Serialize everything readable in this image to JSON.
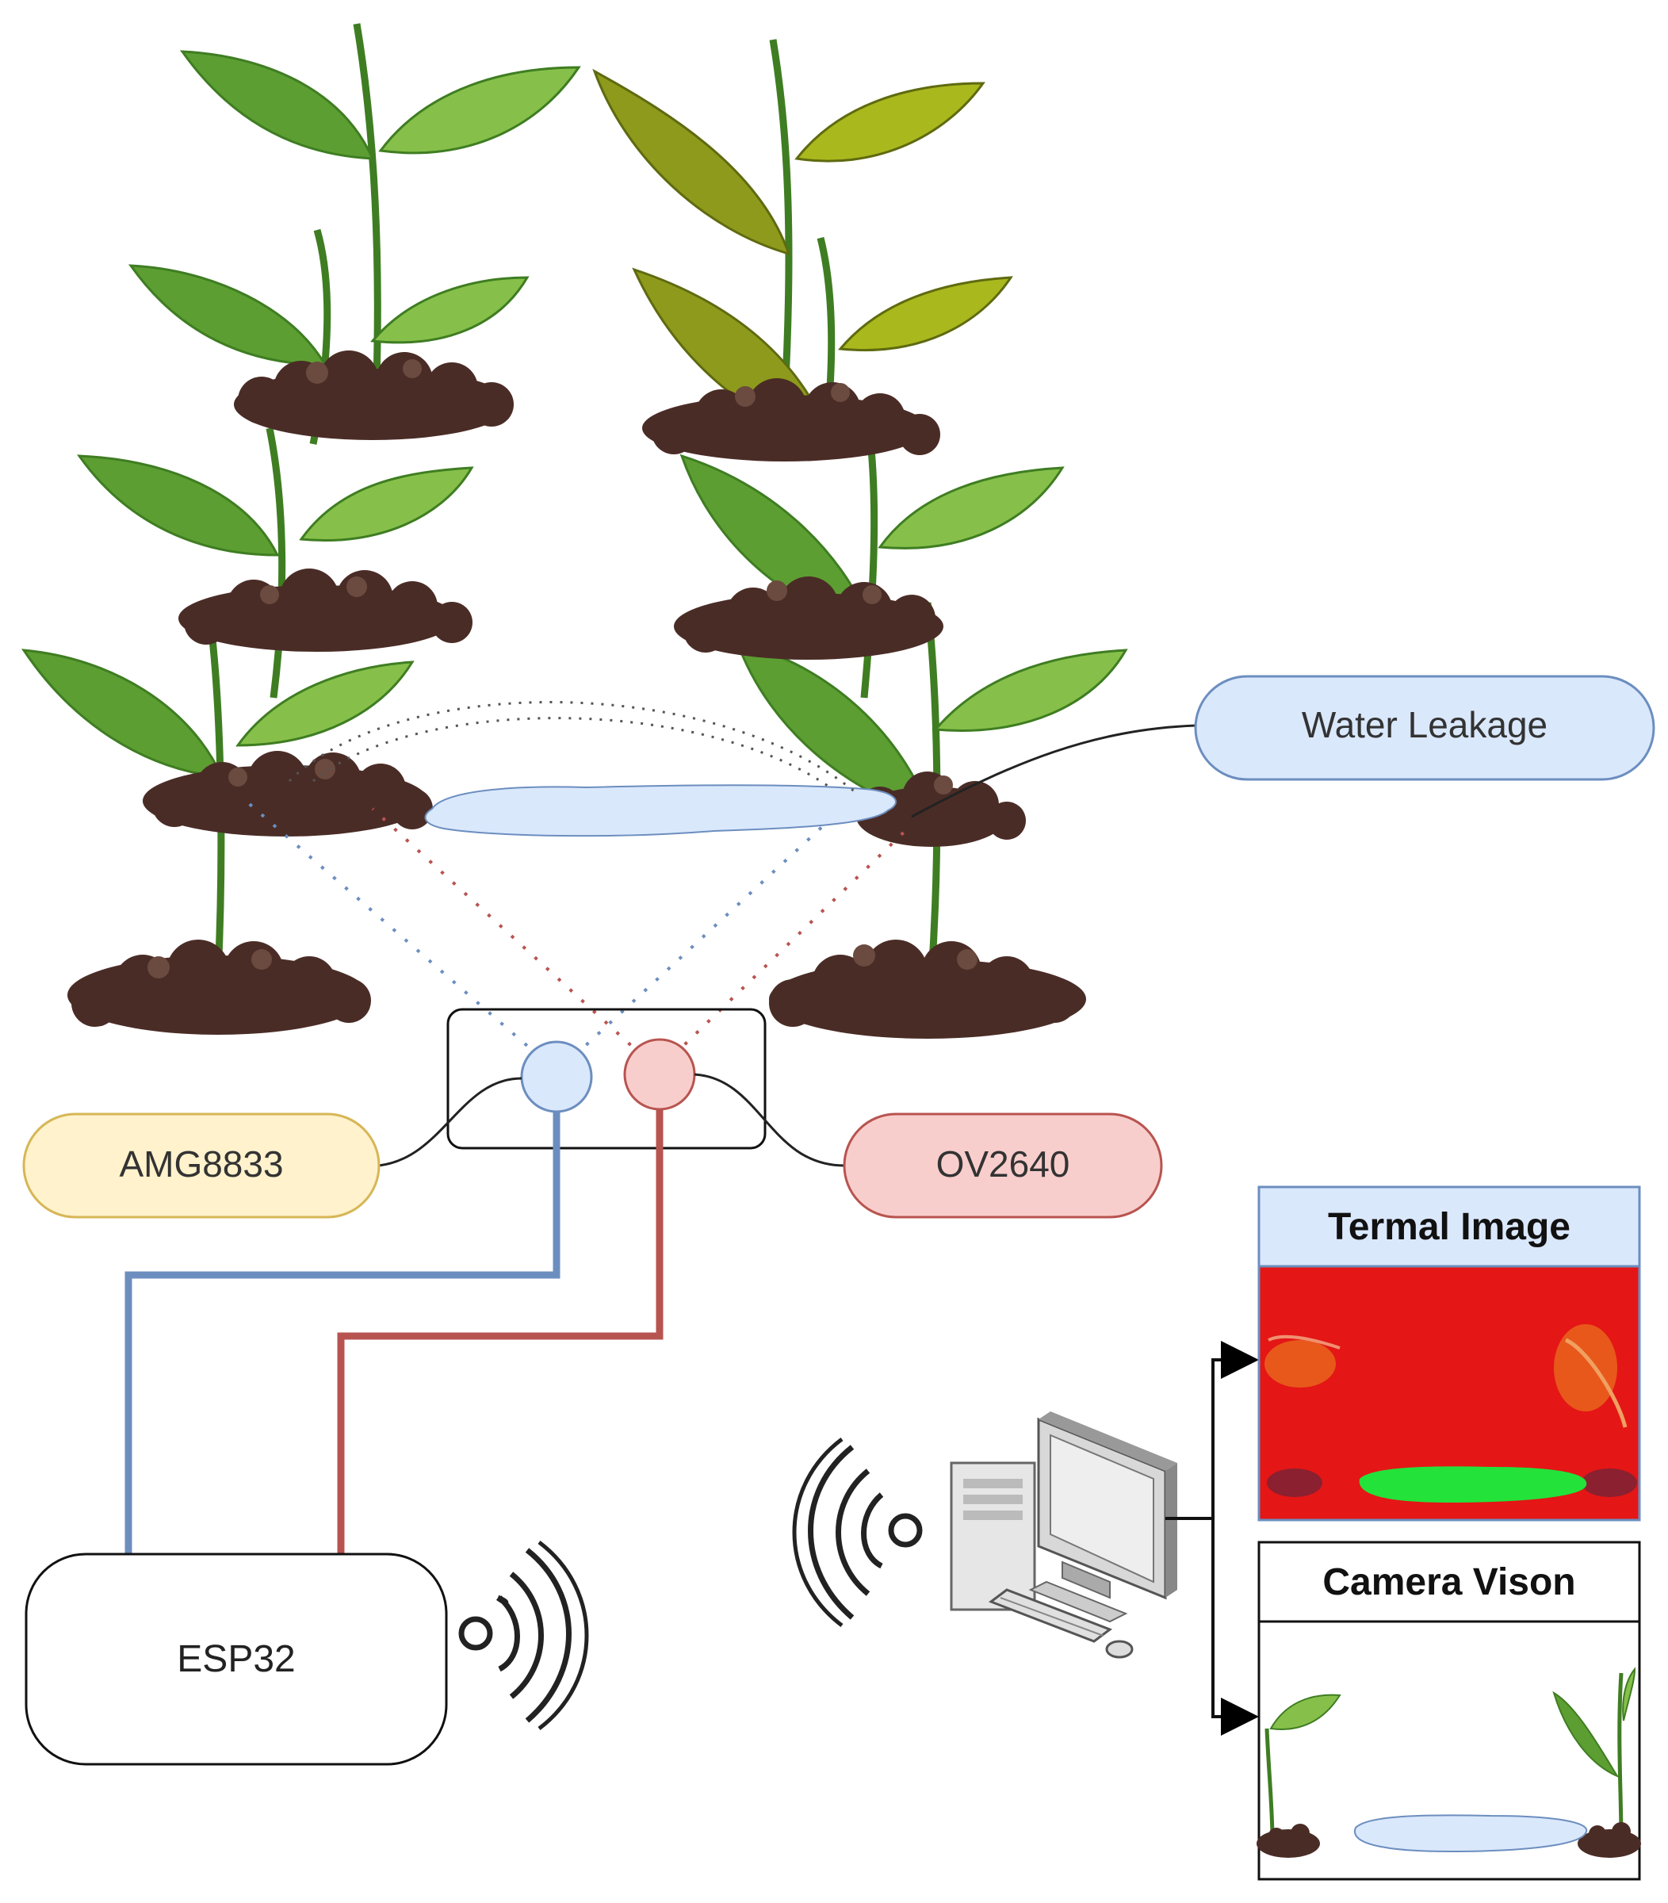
{
  "labels": {
    "water_leakage": "Water Leakage",
    "amg8833": "AMG8833",
    "ov2640": "OV2640",
    "esp32": "ESP32",
    "thermal_title": "Termal Image",
    "camera_title": "Camera Vison"
  },
  "colors": {
    "blue_line": "#6c8ebf",
    "red_line": "#b85450",
    "blue_fill": "#dae8fc",
    "red_fill": "#f8cecc",
    "yellow_fill": "#fff2cc",
    "yellow_stroke": "#d6b656",
    "leaf_green": "#5c9e32",
    "leaf_light": "#86c04a",
    "leaf_yellow": "#9aa618",
    "soil": "#4a2c26",
    "thermal_red": "#e41616",
    "thermal_green": "#23e23a"
  },
  "icons": {
    "computer": "desktop-computer-icon",
    "wifi_esp": "wifi-signal-icon",
    "wifi_pc": "wifi-signal-icon"
  }
}
